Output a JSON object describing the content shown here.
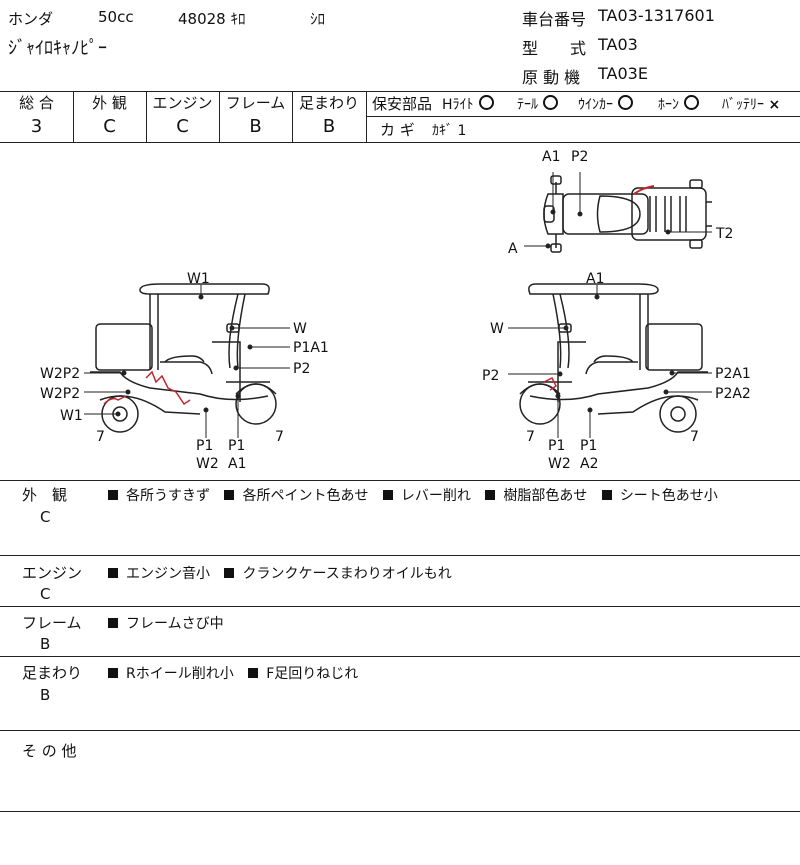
{
  "header": {
    "maker": "ホンダ",
    "displacement": "50cc",
    "mileage": "48028 ｷﾛ",
    "color": "ｼﾛ",
    "model_name": "ｼﾞｬｲﾛｷｬﾉﾋﾟｰ",
    "frame_no_label": "車台番号",
    "frame_no": "TA03-1317601",
    "type_label": "型　　式",
    "type": "TA03",
    "engine_label": "原 動 機",
    "engine": "TA03E"
  },
  "grades": {
    "columns": [
      {
        "label": "総 合",
        "value": "3"
      },
      {
        "label": "外 観",
        "value": "C"
      },
      {
        "label": "エンジン",
        "value": "C"
      },
      {
        "label": "フレーム",
        "value": "B"
      },
      {
        "label": "足まわり",
        "value": "B"
      }
    ]
  },
  "safety": {
    "label": "保安部品",
    "items": [
      {
        "name": "Hﾗｲﾄ",
        "status": "ok"
      },
      {
        "name": "ﾃｰﾙ",
        "status": "ok"
      },
      {
        "name": "ｳｲﾝｶｰ",
        "status": "ok"
      },
      {
        "name": "ﾎｰﾝ",
        "status": "ok"
      },
      {
        "name": "ﾊﾞｯﾃﾘｰ",
        "status": "ng",
        "mark": "×"
      }
    ],
    "key_label": "カ ギ",
    "key_value": "ｶｷﾞ 1"
  },
  "diagram": {
    "top": {
      "a1": "A1",
      "p2": "P2",
      "a": "A",
      "t2": "T2"
    },
    "left": {
      "w1": "W1",
      "w": "W",
      "p1a1": "P1A1",
      "p2": "P2",
      "w2p2_a": "W2P2",
      "w2p2_b": "W2P2",
      "w1b": "W1",
      "n7a": "7",
      "n7b": "7",
      "p1": "P1",
      "p1b": "P1",
      "w2": "W2",
      "a1": "A1"
    },
    "right": {
      "a1": "A1",
      "w": "W",
      "p2": "P2",
      "p2a1": "P2A1",
      "p2a2": "P2A2",
      "n7a": "7",
      "n7b": "7",
      "p1": "P1",
      "p1b": "P1",
      "w2": "W2",
      "a2": "A2"
    }
  },
  "sections": {
    "exterior": {
      "label": "外　観",
      "grade": "C",
      "items": [
        "各所うすきず",
        "各所ペイント色あせ",
        "レバー削れ",
        "樹脂部色あせ",
        "シート色あせ小"
      ]
    },
    "engine": {
      "label": "エンジン",
      "grade": "C",
      "items": [
        "エンジン音小",
        "クランクケースまわりオイルもれ"
      ]
    },
    "frame": {
      "label": "フレーム",
      "grade": "B",
      "items": [
        "フレームさび中"
      ]
    },
    "suspension": {
      "label": "足まわり",
      "grade": "B",
      "items": [
        "Rホイール削れ小",
        "F足回りねじれ"
      ]
    },
    "other": {
      "label": "そ の 他"
    }
  },
  "colors": {
    "line": "#222222",
    "damage": "#c0282d"
  }
}
